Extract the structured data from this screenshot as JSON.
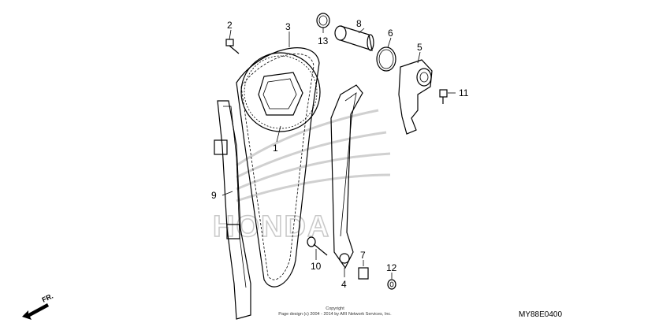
{
  "diagram": {
    "watermark": "HONDA",
    "direction_label": "FR.",
    "code": "MY88E0400",
    "copyright_line1": "Copyright",
    "copyright_line2": "Page design (c) 2004 - 2014 by ARI Network Services, Inc.",
    "callouts": [
      {
        "id": "1",
        "label": "1"
      },
      {
        "id": "2",
        "label": "2"
      },
      {
        "id": "3",
        "label": "3"
      },
      {
        "id": "4",
        "label": "4"
      },
      {
        "id": "5",
        "label": "5"
      },
      {
        "id": "6",
        "label": "6"
      },
      {
        "id": "7",
        "label": "7"
      },
      {
        "id": "8",
        "label": "8"
      },
      {
        "id": "9",
        "label": "9"
      },
      {
        "id": "10",
        "label": "10"
      },
      {
        "id": "11",
        "label": "11"
      },
      {
        "id": "12",
        "label": "12"
      },
      {
        "id": "13",
        "label": "13"
      }
    ]
  }
}
